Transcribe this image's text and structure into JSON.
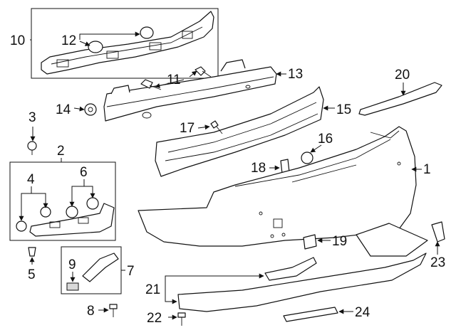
{
  "diagram": {
    "callouts": [
      "1",
      "2",
      "3",
      "4",
      "5",
      "6",
      "7",
      "8",
      "9",
      "10",
      "11",
      "12",
      "13",
      "14",
      "15",
      "16",
      "17",
      "18",
      "19",
      "20",
      "21",
      "22",
      "23",
      "24"
    ]
  }
}
